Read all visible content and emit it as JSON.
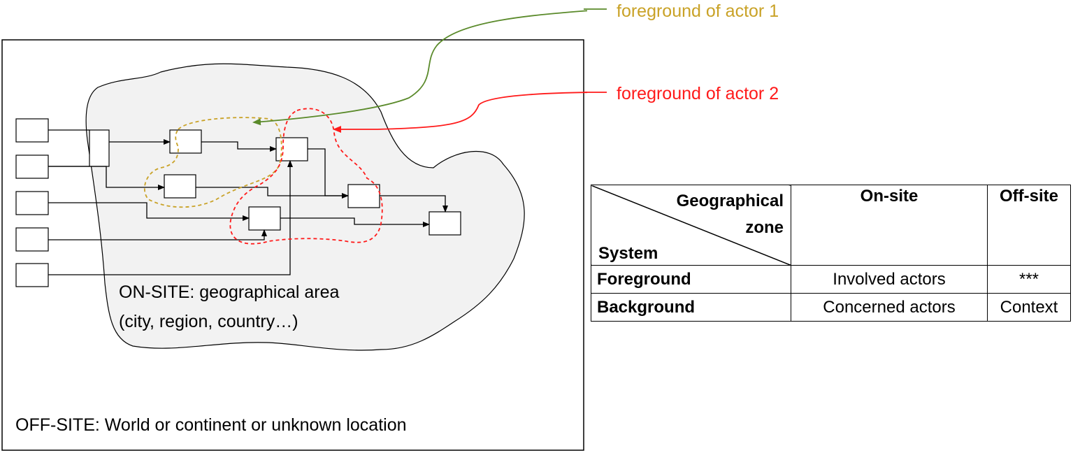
{
  "diagram": {
    "offsite_label": "OFF-SITE: World or continent or unknown location",
    "onsite_label_line1": "ON-SITE: geographical area",
    "onsite_label_line2": "(city, region, country…)",
    "actor1_label": "foreground of actor 1",
    "actor2_label": "foreground of actor 2",
    "colors": {
      "area_fill": "#f2f2f2",
      "actor1": "#c9a227",
      "actor1_arrow": "#5a8a2a",
      "actor2": "#ff1a1a"
    }
  },
  "table": {
    "corner_top_line1": "Geographical",
    "corner_top_line2": "zone",
    "corner_bottom": "System",
    "col_onsite": "On-site",
    "col_offsite": "Off-site",
    "rows": [
      {
        "label": "Foreground",
        "onsite": "Involved actors",
        "offsite": "***"
      },
      {
        "label": "Background",
        "onsite": "Concerned actors",
        "offsite": "Context"
      }
    ]
  }
}
